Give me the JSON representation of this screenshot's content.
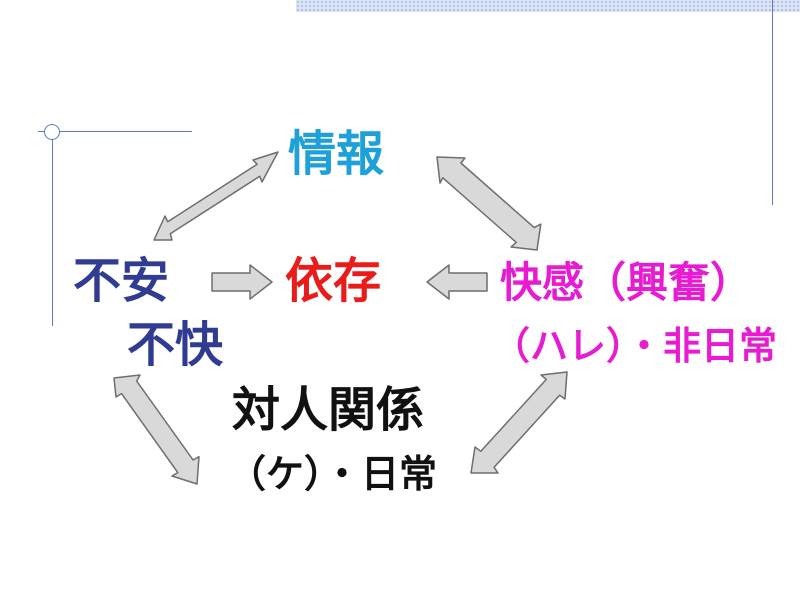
{
  "nodes": {
    "info": "情報",
    "dependence": "依存",
    "anxiety": "不安",
    "discomfort": "不快",
    "pleasure_line1": "快感（興奮）",
    "pleasure_line2": "（ハレ）・非日常",
    "relations_line1": "対人関係",
    "relations_line2": "（ケ）・日常"
  },
  "colors": {
    "info": "#1ea0d8",
    "dependence": "#ea1b1b",
    "anxiety_discomfort": "#2f3c92",
    "pleasure": "#e61bd2",
    "relations": "#111111",
    "arrow_fill": "#d9d9d9",
    "arrow_stroke": "#6e6e6e",
    "decoration": "#5f79c2"
  },
  "arrows": [
    {
      "from": "info",
      "to": "anxiety",
      "type": "double"
    },
    {
      "from": "info",
      "to": "pleasure",
      "type": "double"
    },
    {
      "from": "anxiety",
      "to": "dependence",
      "type": "single"
    },
    {
      "from": "pleasure",
      "to": "dependence",
      "type": "single"
    },
    {
      "from": "discomfort",
      "to": "relations",
      "type": "double"
    },
    {
      "from": "pleasure",
      "to": "relations",
      "type": "double"
    }
  ]
}
